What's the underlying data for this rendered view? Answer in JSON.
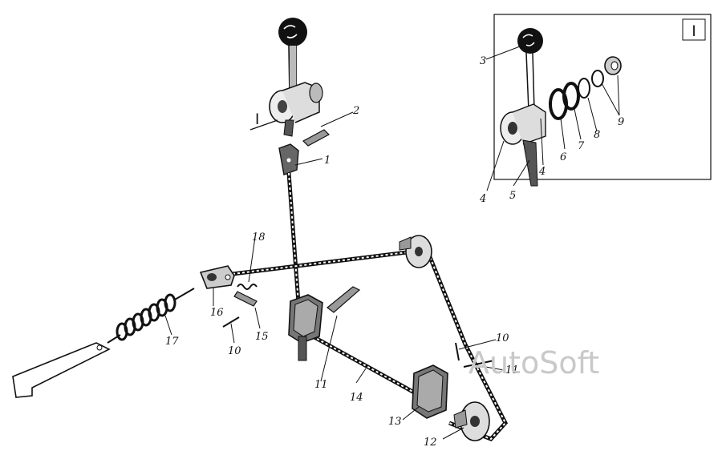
{
  "detail": {
    "view_label": "I"
  },
  "main": {
    "view_label": "I"
  },
  "labels": {
    "l1": "1",
    "l2": "2",
    "l3": "3",
    "l4a": "4",
    "l4b": "4",
    "l5": "5",
    "l6": "6",
    "l7": "7",
    "l8": "8",
    "l9": "9",
    "l10a": "10",
    "l10b": "10",
    "l11a": "11",
    "l11b": "11",
    "l12": "12",
    "l13": "13",
    "l14": "14",
    "l15": "15",
    "l16": "16",
    "l17": "17",
    "l18": "18"
  },
  "watermark": "AutoSoft"
}
